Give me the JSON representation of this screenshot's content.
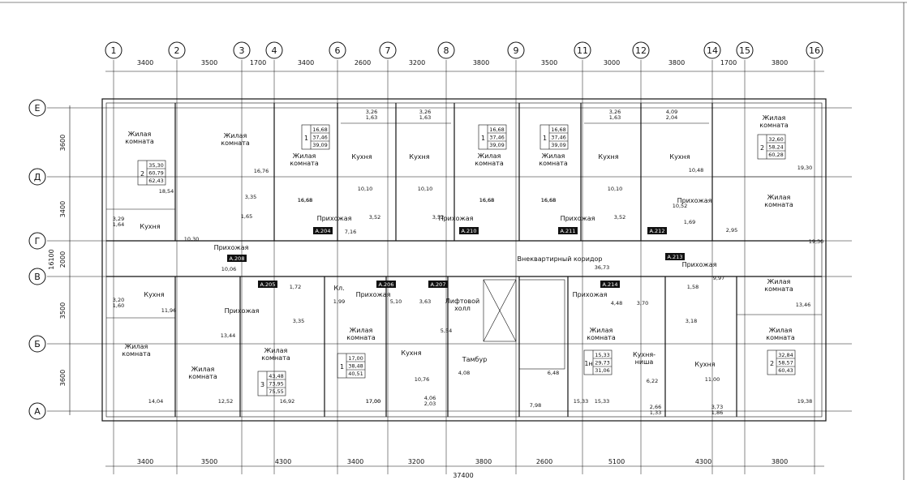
{
  "axes": {
    "numbered": [
      "1",
      "2",
      "3",
      "4",
      "6",
      "7",
      "8",
      "9",
      "11",
      "12",
      "14",
      "15",
      "16"
    ],
    "lettered": [
      "Е",
      "Д",
      "Г",
      "В",
      "Б",
      "А"
    ]
  },
  "top_dimensions": [
    "3400",
    "3500",
    "1700",
    "3400",
    "2600",
    "3200",
    "3800",
    "3500",
    "3000",
    "3800",
    "1700",
    "3800"
  ],
  "bottom_dimensions": [
    "3400",
    "3500",
    "4300",
    "3400",
    "3200",
    "3800",
    "2600",
    "5100",
    "4300",
    "3800"
  ],
  "overall_dimension": "37400",
  "left_dimensions": [
    "3600",
    "3400",
    "2000",
    "3500",
    "3600"
  ],
  "left_overall": "16100",
  "rooms": [
    {
      "id": "r1",
      "label": "Жилая\nкомната",
      "area": ""
    },
    {
      "id": "r2",
      "label": "Жилая\nкомната",
      "area": "16,76"
    },
    {
      "id": "r3",
      "label": "Жилая\nкомната",
      "area": "16,68"
    },
    {
      "id": "r4",
      "label": "Кухня",
      "area": "10,10"
    },
    {
      "id": "r5",
      "label": "Кухня",
      "area": "10,10"
    },
    {
      "id": "r6",
      "label": "Жилая\nкомната",
      "area": "16,68"
    },
    {
      "id": "r7",
      "label": "Жилая\nкомната",
      "area": "16,68"
    },
    {
      "id": "r8",
      "label": "Кухня",
      "area": "10,10"
    },
    {
      "id": "r9",
      "label": "Кухня",
      "area": "10,48"
    },
    {
      "id": "r10",
      "label": "Жилая\nкомната",
      "area": "19,30"
    },
    {
      "id": "r11",
      "label": "Кухня",
      "area": "10,30"
    },
    {
      "id": "r12",
      "label": "Прихожая",
      "area": "10,06"
    },
    {
      "id": "r13",
      "label": "Прихожая",
      "area": "7,16"
    },
    {
      "id": "r14",
      "label": "Прихожая",
      "area": "7,16"
    },
    {
      "id": "r15",
      "label": "Прихожая",
      "area": "7,16"
    },
    {
      "id": "r16",
      "label": "Прихожая",
      "area": "10,52"
    },
    {
      "id": "r17",
      "label": "Жилая\nкомната",
      "area": "19,30"
    },
    {
      "id": "r18",
      "label": "Внеквартирный коридор",
      "area": "36,73"
    },
    {
      "id": "r19",
      "label": "Кухня",
      "area": "11,96"
    },
    {
      "id": "r20",
      "label": "Прихожая",
      "area": "13,44"
    },
    {
      "id": "r21",
      "label": "Кл.",
      "area": "1,99"
    },
    {
      "id": "r22",
      "label": "Прихожая",
      "area": "5,10"
    },
    {
      "id": "r23",
      "label": "Лифтовой\nхолл",
      "area": "5,54"
    },
    {
      "id": "r24",
      "label": "Прихожая",
      "area": "4,48"
    },
    {
      "id": "r25",
      "label": "Прихожая",
      "area": "9,97"
    },
    {
      "id": "r26",
      "label": "Жилая\nкомната",
      "area": "13,46"
    },
    {
      "id": "r27",
      "label": "Жилая\nкомната",
      "area": "14,04"
    },
    {
      "id": "r28",
      "label": "Жилая\nкомната",
      "area": "12,52"
    },
    {
      "id": "r29",
      "label": "Жилая\nкомната",
      "area": "16,92"
    },
    {
      "id": "r30",
      "label": "Жилая\nкомната",
      "area": "17,00"
    },
    {
      "id": "r31",
      "label": "Кухня",
      "area": "10,76"
    },
    {
      "id": "r32",
      "label": "Тамбур",
      "area": "4,08"
    },
    {
      "id": "r33",
      "label": "Жилая\nкомната",
      "area": "15,33"
    },
    {
      "id": "r34",
      "label": "Кухня-\nниша",
      "area": "6,22"
    },
    {
      "id": "r35",
      "label": "Кухня",
      "area": "11,00"
    },
    {
      "id": "r36",
      "label": "Жилая\nкомната",
      "area": "19,38"
    },
    {
      "id": "r37",
      "label": "Кухня",
      "area": ""
    }
  ],
  "small_areas": [
    {
      "id": "s1",
      "value": "18,54"
    },
    {
      "id": "s2",
      "value": "3,35"
    },
    {
      "id": "s3",
      "value": "1,65"
    },
    {
      "id": "s4",
      "value": "3,26\n1,63"
    },
    {
      "id": "s5",
      "value": "3,26\n1,63"
    },
    {
      "id": "s6",
      "value": "3,26\n1,63"
    },
    {
      "id": "s7",
      "value": "4,09\n2,04"
    },
    {
      "id": "s8",
      "value": "3,52"
    },
    {
      "id": "s9",
      "value": "3,52"
    },
    {
      "id": "s10",
      "value": "3,52"
    },
    {
      "id": "s11",
      "value": "1,69"
    },
    {
      "id": "s12",
      "value": "2,95"
    },
    {
      "id": "s13",
      "value": "3,29\n1,64"
    },
    {
      "id": "s14",
      "value": "3,20\n1,60"
    },
    {
      "id": "s15",
      "value": "1,72"
    },
    {
      "id": "s16",
      "value": "3,35"
    },
    {
      "id": "s17",
      "value": "3,63"
    },
    {
      "id": "s18",
      "value": "3,70"
    },
    {
      "id": "s19",
      "value": "1,58"
    },
    {
      "id": "s20",
      "value": "3,18"
    },
    {
      "id": "s21",
      "value": "6,48"
    },
    {
      "id": "s22",
      "value": "7,98"
    },
    {
      "id": "s23",
      "value": "4,06\n2,03"
    },
    {
      "id": "s24",
      "value": "2,66\n1,33"
    },
    {
      "id": "s25",
      "value": "3,73\n1,86"
    },
    {
      "id": "s26",
      "value": "15,33"
    },
    {
      "id": "s27",
      "value": "17,00"
    },
    {
      "id": "s28",
      "value": "16,68"
    },
    {
      "id": "s29",
      "value": "16,68"
    },
    {
      "id": "s30",
      "value": "16,68"
    }
  ],
  "apartment_boxes": [
    {
      "id": "a1",
      "rooms": "2",
      "lines": [
        "35,30",
        "60,79",
        "62,43"
      ]
    },
    {
      "id": "a2",
      "rooms": "1",
      "lines": [
        "16,68",
        "37,46",
        "39,09"
      ]
    },
    {
      "id": "a3",
      "rooms": "1",
      "lines": [
        "16,68",
        "37,46",
        "39,09"
      ]
    },
    {
      "id": "a4",
      "rooms": "1",
      "lines": [
        "16,68",
        "37,46",
        "39,09"
      ]
    },
    {
      "id": "a5",
      "rooms": "2",
      "lines": [
        "32,60",
        "58,24",
        "60,28"
      ]
    },
    {
      "id": "a6",
      "rooms": "3",
      "lines": [
        "43,48",
        "73,95",
        "75,55"
      ]
    },
    {
      "id": "a7",
      "rooms": "1",
      "lines": [
        "17,00",
        "38,48",
        "40,51"
      ]
    },
    {
      "id": "a8",
      "rooms": "1н",
      "lines": [
        "15,33",
        "29,73",
        "31,06"
      ]
    },
    {
      "id": "a9",
      "rooms": "2",
      "lines": [
        "32,84",
        "58,57",
        "60,43"
      ]
    }
  ],
  "tags": [
    "А.204",
    "А.208",
    "А.210",
    "А.211",
    "А.212",
    "А.213",
    "А.205",
    "А.206",
    "А.207",
    "А.214"
  ]
}
